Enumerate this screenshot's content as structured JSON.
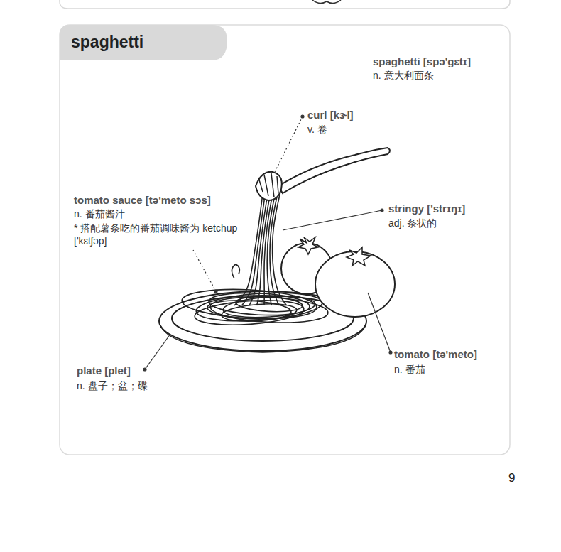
{
  "diagram": {
    "title": "spaghetti",
    "labels": [
      "spaghetti [spə'gɛtɪ]",
      "n. 意大利面条",
      "curl [kɝl]",
      "v. 卷",
      "tomato sauce [tə'meto sɔs]",
      "n. 番茄酱汁",
      "* 搭配薯条吃的番茄调味酱为 ketchup ['kɛtʃəp]",
      "stringy ['strɪŋɪ]",
      "adj. 条状的",
      "plate [plet]",
      "n. 盘子；盆；碟",
      "tomato [tə'meto]",
      "n. 番茄",
      "9"
    ]
  }
}
